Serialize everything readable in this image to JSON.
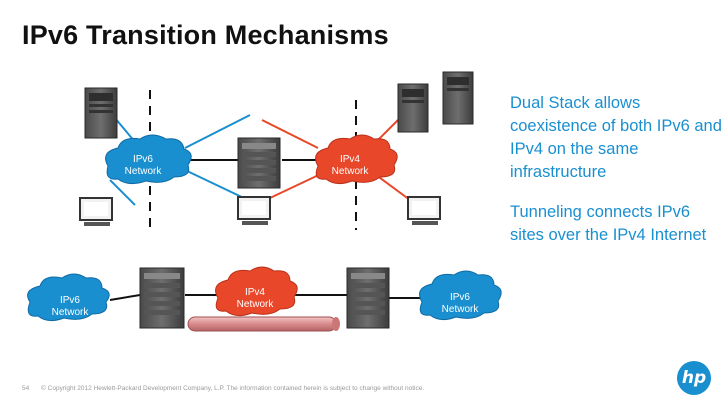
{
  "slide": {
    "title": "IPv6 Transition Mechanisms",
    "bullets": [
      "Dual Stack allows coexistence of both IPv6 and IPv4 on the same infrastructure",
      "Tunneling connects IPv6 sites over the IPv4 Internet"
    ],
    "page_number": "54",
    "copyright": "© Copyright 2012 Hewlett-Packard Development Company, L.P. The information contained herein is subject to change without notice.",
    "logo_text": "hp"
  },
  "diagram": {
    "clouds": [
      {
        "line1": "IPv6",
        "line2": "Network"
      },
      {
        "line1": "IPv4",
        "line2": "Network"
      },
      {
        "line1": "IPv6",
        "line2": "Network"
      },
      {
        "line1": "IPv4",
        "line2": "Network"
      },
      {
        "line1": "IPv6",
        "line2": "Network"
      }
    ]
  },
  "colors": {
    "ipv6_blue": "#1a8fd0",
    "ipv4_red": "#e8472a",
    "tunnel_pink": "#e9a6a6"
  }
}
